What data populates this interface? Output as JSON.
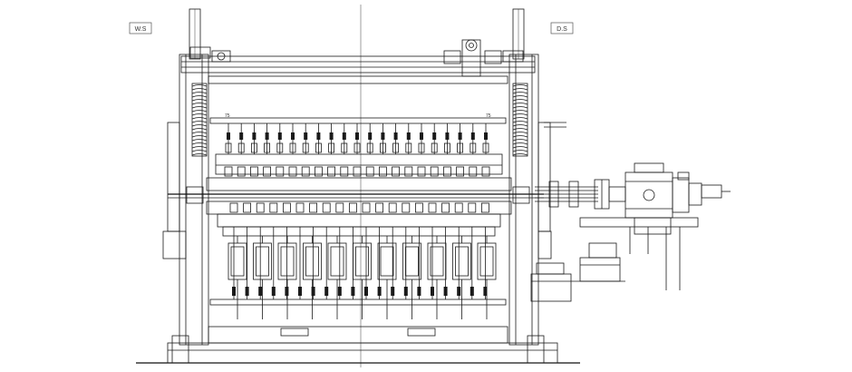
{
  "labels": {
    "work_side": "W.S",
    "drive_side": "D.S",
    "dim_left": "75",
    "dim_right": "75"
  },
  "colors": {
    "line": "#1a1a1a",
    "background": "#ffffff"
  },
  "icons": {
    "upper_rolls": "roll-assembly-icon",
    "lower_rolls": "roll-assembly-icon"
  }
}
